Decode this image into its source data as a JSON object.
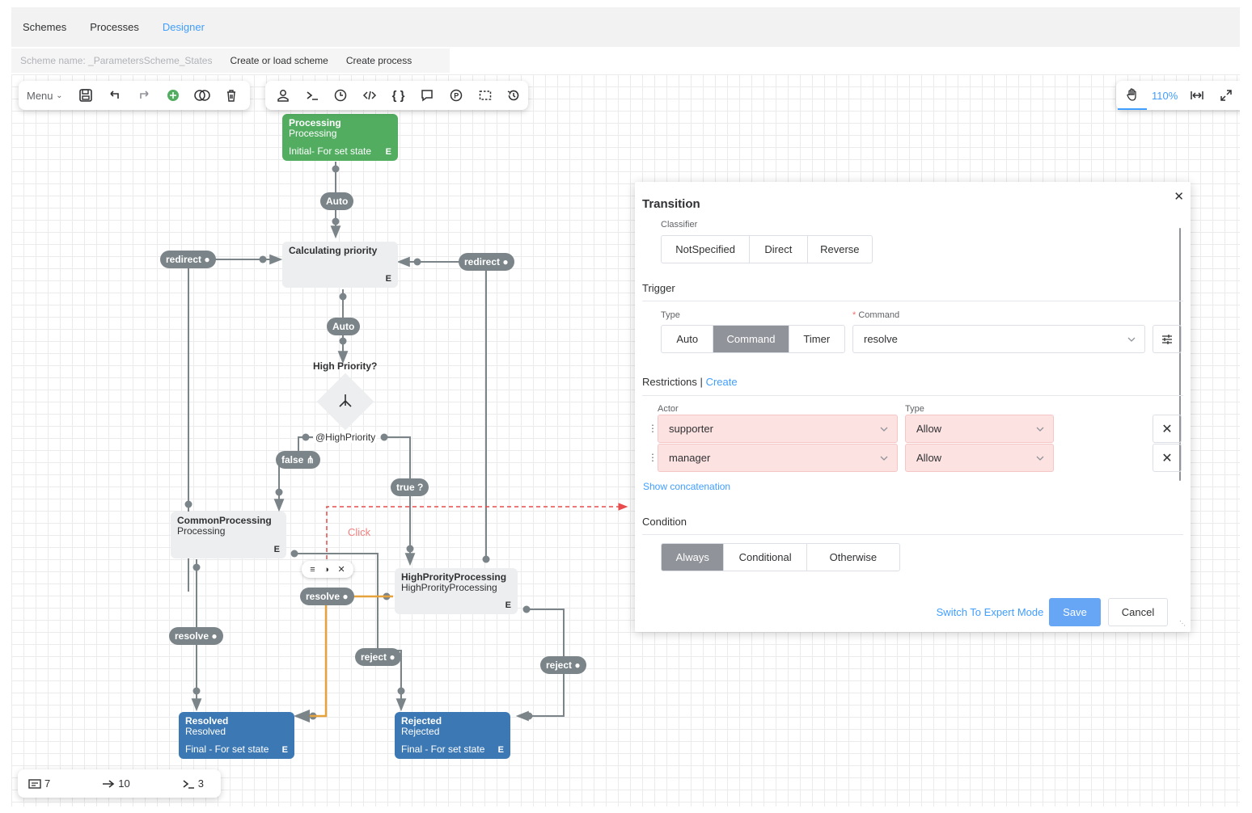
{
  "nav": {
    "tabs": [
      "Schemes",
      "Processes",
      "Designer"
    ],
    "active_tab": "Designer"
  },
  "subbar": {
    "scheme_name": "Scheme name: _ParametersScheme_States",
    "create_or_load": "Create or load scheme",
    "create_process": "Create process"
  },
  "toolbar": {
    "menu_label": "Menu",
    "zoom": "110%"
  },
  "nodes": {
    "processing": {
      "title": "Processing",
      "subtitle": "Processing",
      "note": "Initial- For set state",
      "e": "E"
    },
    "calculating": {
      "title": "Calculating priority",
      "e": "E"
    },
    "decision": {
      "title": "High Priority?",
      "param": "@HighPriority"
    },
    "common": {
      "title": "CommonProcessing",
      "subtitle": "Processing",
      "e": "E"
    },
    "high": {
      "title": "HighProrityProcessing",
      "subtitle": "HighProrityProcessing",
      "e": "E"
    },
    "resolved": {
      "title": "Resolved",
      "subtitle": "Resolved",
      "note": "Final - For set state",
      "e": "E"
    },
    "rejected": {
      "title": "Rejected",
      "subtitle": "Rejected",
      "note": "Final - For set state",
      "e": "E"
    }
  },
  "transitions": {
    "auto1": "Auto",
    "auto2": "Auto",
    "redirect_left": "redirect",
    "redirect_right": "redirect",
    "false_label": "false",
    "true_label": "true",
    "resolve_sel": "resolve",
    "resolve_left": "resolve",
    "reject_mid": "reject",
    "reject_right": "reject",
    "click_hint": "Click"
  },
  "stats": {
    "activities": "7",
    "transitions": "10",
    "commands": "3"
  },
  "dialog": {
    "title": "Transition",
    "classifier_label": "Classifier",
    "classifier_options": [
      "NotSpecified",
      "Direct",
      "Reverse"
    ],
    "trigger_label": "Trigger",
    "type_label": "Type",
    "type_options": [
      "Auto",
      "Command",
      "Timer"
    ],
    "type_selected": "Command",
    "command_label": "Command",
    "command_required": "*",
    "command_value": "resolve",
    "restrictions_label": "Restrictions",
    "restrictions_sep": "|",
    "create_link": "Create",
    "actor_label": "Actor",
    "rtype_label": "Type",
    "restrictions": [
      {
        "actor": "supporter",
        "type": "Allow"
      },
      {
        "actor": "manager",
        "type": "Allow"
      }
    ],
    "show_concat": "Show concatenation",
    "condition_label": "Condition",
    "condition_options": [
      "Always",
      "Conditional",
      "Otherwise"
    ],
    "condition_selected": "Always",
    "expert_mode": "Switch To Expert Mode",
    "save": "Save",
    "cancel": "Cancel"
  },
  "colors": {
    "accent": "#409eff",
    "initial_node": "#52ad61",
    "final_node": "#3c78b4",
    "connector": "#7b8589",
    "selected_link": "#e6a23c",
    "error_field": "#fde2e2"
  }
}
